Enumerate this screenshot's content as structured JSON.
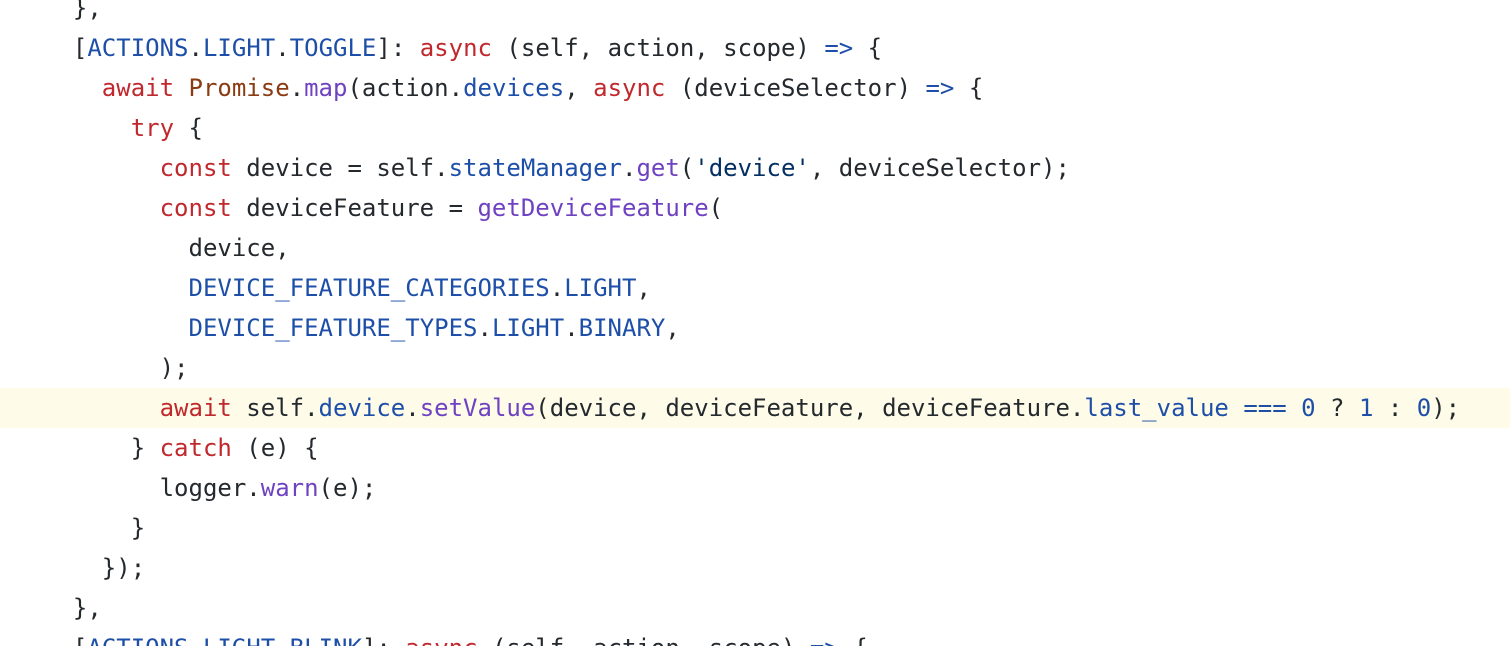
{
  "editor": {
    "highlight_color": "#fefce8",
    "token_colors": {
      "kw": "#c0282d",
      "cls": "#8a3b12",
      "fn": "#6f42c1",
      "prop": "#1e4fa8",
      "str": "#032f62",
      "num": "#1e4fa8",
      "op": "#1e4fa8",
      "plain": "#24292e"
    },
    "lines": [
      {
        "highlighted": false,
        "tokens": [
          [
            "plain",
            "  },"
          ]
        ]
      },
      {
        "highlighted": false,
        "tokens": [
          [
            "plain",
            "  ["
          ],
          [
            "prop",
            "ACTIONS"
          ],
          [
            "plain",
            "."
          ],
          [
            "prop",
            "LIGHT"
          ],
          [
            "plain",
            "."
          ],
          [
            "prop",
            "TOGGLE"
          ],
          [
            "plain",
            "]: "
          ],
          [
            "kw",
            "async"
          ],
          [
            "plain",
            " (self, action, scope) "
          ],
          [
            "op",
            "=>"
          ],
          [
            "plain",
            " {"
          ]
        ]
      },
      {
        "highlighted": false,
        "tokens": [
          [
            "plain",
            "    "
          ],
          [
            "kw",
            "await"
          ],
          [
            "plain",
            " "
          ],
          [
            "cls",
            "Promise"
          ],
          [
            "plain",
            "."
          ],
          [
            "fn",
            "map"
          ],
          [
            "plain",
            "(action."
          ],
          [
            "prop",
            "devices"
          ],
          [
            "plain",
            ", "
          ],
          [
            "kw",
            "async"
          ],
          [
            "plain",
            " (deviceSelector) "
          ],
          [
            "op",
            "=>"
          ],
          [
            "plain",
            " {"
          ]
        ]
      },
      {
        "highlighted": false,
        "tokens": [
          [
            "plain",
            "      "
          ],
          [
            "kw",
            "try"
          ],
          [
            "plain",
            " {"
          ]
        ]
      },
      {
        "highlighted": false,
        "tokens": [
          [
            "plain",
            "        "
          ],
          [
            "kw",
            "const"
          ],
          [
            "plain",
            " device = self."
          ],
          [
            "prop",
            "stateManager"
          ],
          [
            "plain",
            "."
          ],
          [
            "fn",
            "get"
          ],
          [
            "plain",
            "("
          ],
          [
            "str",
            "'device'"
          ],
          [
            "plain",
            ", deviceSelector);"
          ]
        ]
      },
      {
        "highlighted": false,
        "tokens": [
          [
            "plain",
            "        "
          ],
          [
            "kw",
            "const"
          ],
          [
            "plain",
            " deviceFeature = "
          ],
          [
            "fn",
            "getDeviceFeature"
          ],
          [
            "plain",
            "("
          ]
        ]
      },
      {
        "highlighted": false,
        "tokens": [
          [
            "plain",
            "          device,"
          ]
        ]
      },
      {
        "highlighted": false,
        "tokens": [
          [
            "plain",
            "          "
          ],
          [
            "prop",
            "DEVICE_FEATURE_CATEGORIES"
          ],
          [
            "plain",
            "."
          ],
          [
            "prop",
            "LIGHT"
          ],
          [
            "plain",
            ","
          ]
        ]
      },
      {
        "highlighted": false,
        "tokens": [
          [
            "plain",
            "          "
          ],
          [
            "prop",
            "DEVICE_FEATURE_TYPES"
          ],
          [
            "plain",
            "."
          ],
          [
            "prop",
            "LIGHT"
          ],
          [
            "plain",
            "."
          ],
          [
            "prop",
            "BINARY"
          ],
          [
            "plain",
            ","
          ]
        ]
      },
      {
        "highlighted": false,
        "tokens": [
          [
            "plain",
            "        );"
          ]
        ]
      },
      {
        "highlighted": true,
        "tokens": [
          [
            "plain",
            "        "
          ],
          [
            "kw",
            "await"
          ],
          [
            "plain",
            " self."
          ],
          [
            "prop",
            "device"
          ],
          [
            "plain",
            "."
          ],
          [
            "fn",
            "setValue"
          ],
          [
            "plain",
            "(device, deviceFeature, deviceFeature."
          ],
          [
            "prop",
            "last_value"
          ],
          [
            "plain",
            " "
          ],
          [
            "op",
            "==="
          ],
          [
            "plain",
            " "
          ],
          [
            "num",
            "0"
          ],
          [
            "plain",
            " ? "
          ],
          [
            "num",
            "1"
          ],
          [
            "plain",
            " : "
          ],
          [
            "num",
            "0"
          ],
          [
            "plain",
            ");"
          ]
        ]
      },
      {
        "highlighted": false,
        "tokens": [
          [
            "plain",
            "      } "
          ],
          [
            "kw",
            "catch"
          ],
          [
            "plain",
            " (e) {"
          ]
        ]
      },
      {
        "highlighted": false,
        "tokens": [
          [
            "plain",
            "        logger."
          ],
          [
            "fn",
            "warn"
          ],
          [
            "plain",
            "(e);"
          ]
        ]
      },
      {
        "highlighted": false,
        "tokens": [
          [
            "plain",
            "      }"
          ]
        ]
      },
      {
        "highlighted": false,
        "tokens": [
          [
            "plain",
            "    });"
          ]
        ]
      },
      {
        "highlighted": false,
        "tokens": [
          [
            "plain",
            "  },"
          ]
        ]
      },
      {
        "highlighted": false,
        "tokens": [
          [
            "plain",
            "  ["
          ],
          [
            "prop",
            "ACTIONS"
          ],
          [
            "plain",
            "."
          ],
          [
            "prop",
            "LIGHT"
          ],
          [
            "plain",
            "."
          ],
          [
            "prop",
            "BLINK"
          ],
          [
            "plain",
            "]: "
          ],
          [
            "kw",
            "async"
          ],
          [
            "plain",
            " (self, action, scope) "
          ],
          [
            "op",
            "=>"
          ],
          [
            "plain",
            " {"
          ]
        ]
      }
    ]
  }
}
